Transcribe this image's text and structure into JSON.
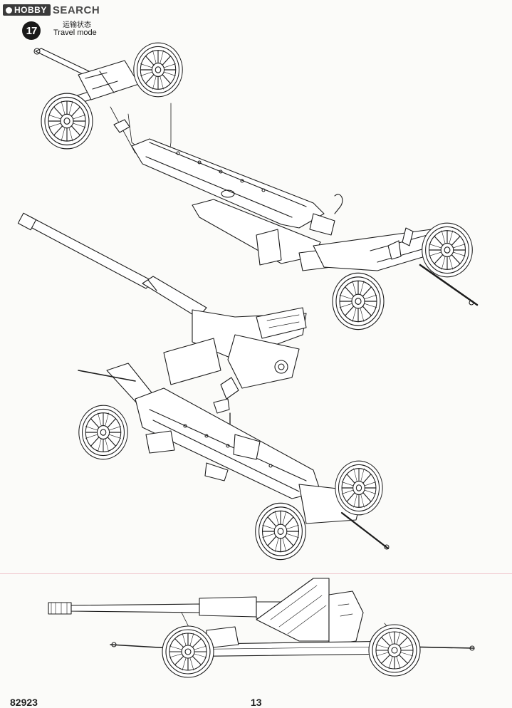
{
  "watermark": {
    "logo": "HOBBY",
    "text": "SEARCH"
  },
  "step": {
    "number": "17",
    "title_cn": "运输状态",
    "title_en": "Travel mode"
  },
  "footer": {
    "code": "82923",
    "page": "13"
  },
  "colors": {
    "line": "#1c1c1c",
    "background": "#fbfbf9",
    "accent_line": "#f1c8cf"
  },
  "icons": [
    "step-number-badge",
    "assembly-arrow-icon"
  ]
}
